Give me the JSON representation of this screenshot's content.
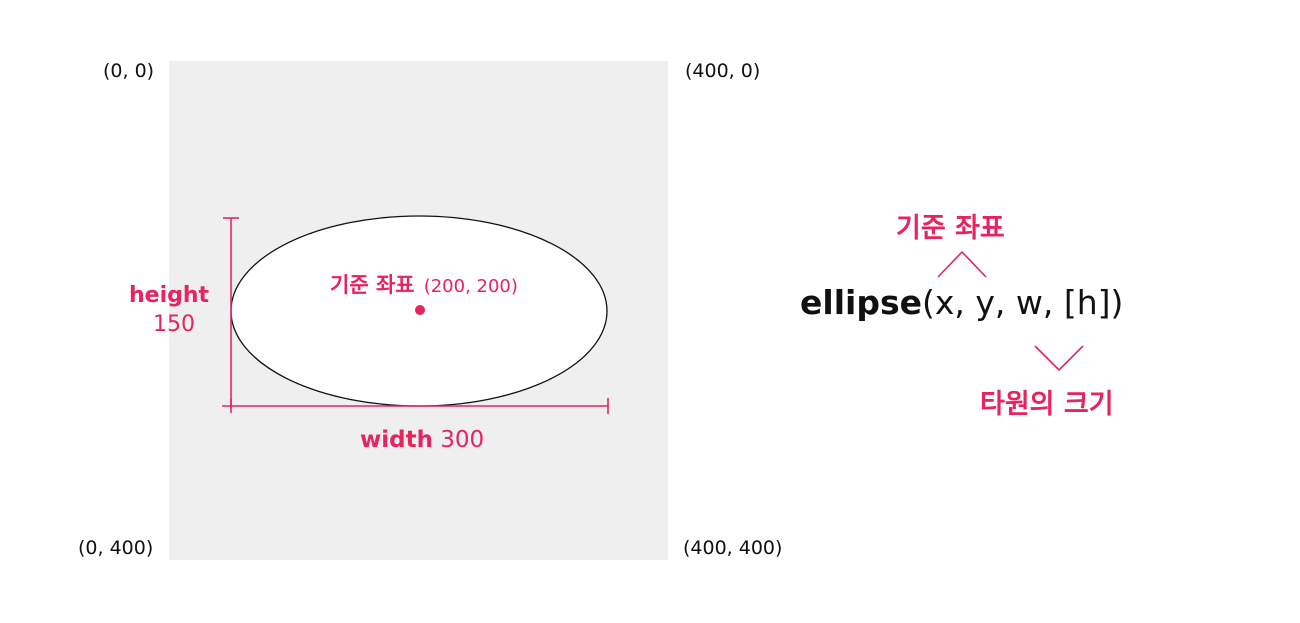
{
  "colors": {
    "accent": "#e8245f",
    "canvas_bg": "#efefef",
    "text": "#111111"
  },
  "corners": {
    "top_left": "(0, 0)",
    "top_right": "(400, 0)",
    "bottom_left": "(0, 400)",
    "bottom_right": "(400, 400)"
  },
  "ellipse": {
    "center_label": "기준 좌표",
    "center_coords": "(200, 200)",
    "height_word": "height",
    "height_value": "150",
    "width_word": "width",
    "width_value": "300"
  },
  "syntax": {
    "func_name": "ellipse",
    "args": "(x, y, w, [h])",
    "top_note": "기준 좌표",
    "bottom_note": "타원의 크기"
  }
}
